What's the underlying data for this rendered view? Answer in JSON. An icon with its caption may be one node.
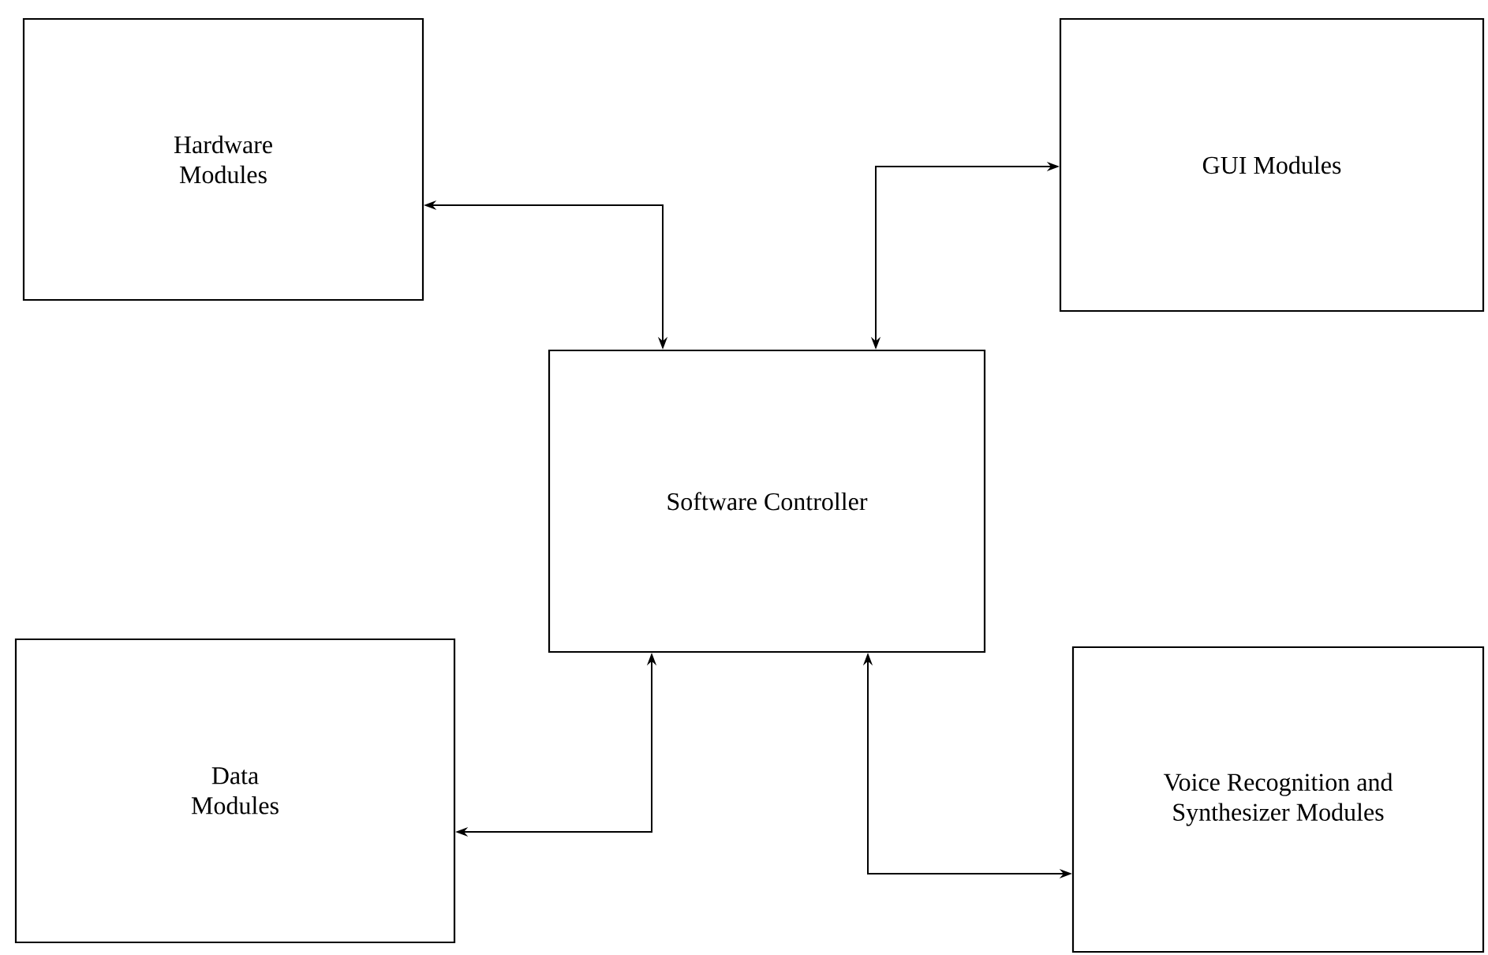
{
  "diagram": {
    "nodes": [
      {
        "text": [
          "Hardware Modules"
        ]
      },
      {
        "text": [
          "GUI Modules"
        ]
      },
      {
        "text": [
          "Software Controller"
        ]
      },
      {
        "text": [
          "Data Modules"
        ]
      },
      {
        "text": [
          "Voice Recognition and Synthesizer Modules"
        ]
      }
    ],
    "edges": [
      {
        "from": 0,
        "to": 2,
        "arrow": "both"
      },
      {
        "from": 1,
        "to": 2,
        "arrow": "both"
      },
      {
        "from": 3,
        "to": 2,
        "arrow": "both"
      },
      {
        "from": 4,
        "to": 2,
        "arrow": "both"
      }
    ]
  }
}
